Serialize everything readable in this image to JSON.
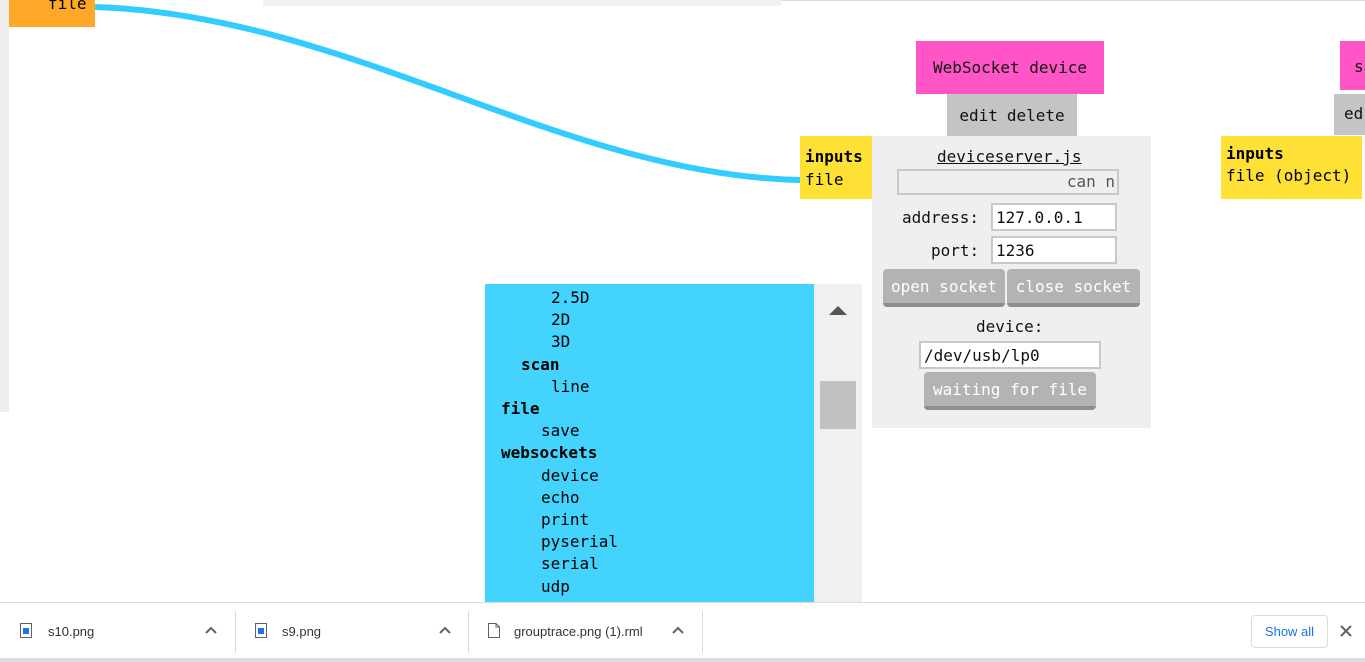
{
  "canvas": {
    "file_node_label": "file"
  },
  "websocket_module": {
    "title": "WebSocket device",
    "edit_label": "edit",
    "delete_label": "delete",
    "inputs_header": "inputs",
    "inputs_item": "file",
    "script_name": "deviceserver.js",
    "status_text": "can n",
    "address_label": "address:",
    "address_value": "127.0.0.1",
    "port_label": "port:",
    "port_value": "1236",
    "open_socket_label": "open socket",
    "close_socket_label": "close socket",
    "device_label": "device:",
    "device_value": "/dev/usb/lp0",
    "waiting_label": "waiting for file"
  },
  "right_module": {
    "title_partial": "sa",
    "edit_partial": "ed",
    "inputs_header": "inputs",
    "inputs_item": "file (object)"
  },
  "module_menu": {
    "items": [
      {
        "label": "2.5D",
        "level": 2
      },
      {
        "label": "2D",
        "level": 2
      },
      {
        "label": "3D",
        "level": 2
      },
      {
        "label": "scan",
        "level": 1,
        "bold": true
      },
      {
        "label": "line",
        "level": 2
      },
      {
        "label": "file",
        "level": 0,
        "bold": true
      },
      {
        "label": "save",
        "level": 3
      },
      {
        "label": "websockets",
        "level": 0,
        "bold": true
      },
      {
        "label": "device",
        "level": 3
      },
      {
        "label": "echo",
        "level": 3
      },
      {
        "label": "print",
        "level": 3
      },
      {
        "label": "pyserial",
        "level": 3
      },
      {
        "label": "serial",
        "level": 3
      },
      {
        "label": "udp",
        "level": 3
      }
    ]
  },
  "downloads": {
    "items": [
      {
        "name": "s10.png",
        "icon": "image-file-icon"
      },
      {
        "name": "s9.png",
        "icon": "image-file-icon"
      },
      {
        "name": "grouptrace.png (1).rml",
        "icon": "document-file-icon"
      }
    ],
    "show_all_label": "Show all"
  },
  "colors": {
    "wire": "#33ccff",
    "module_title": "#ff55c6",
    "inputs": "#ffe135",
    "menu": "#43d3fd",
    "file_node": "#ffa726"
  }
}
